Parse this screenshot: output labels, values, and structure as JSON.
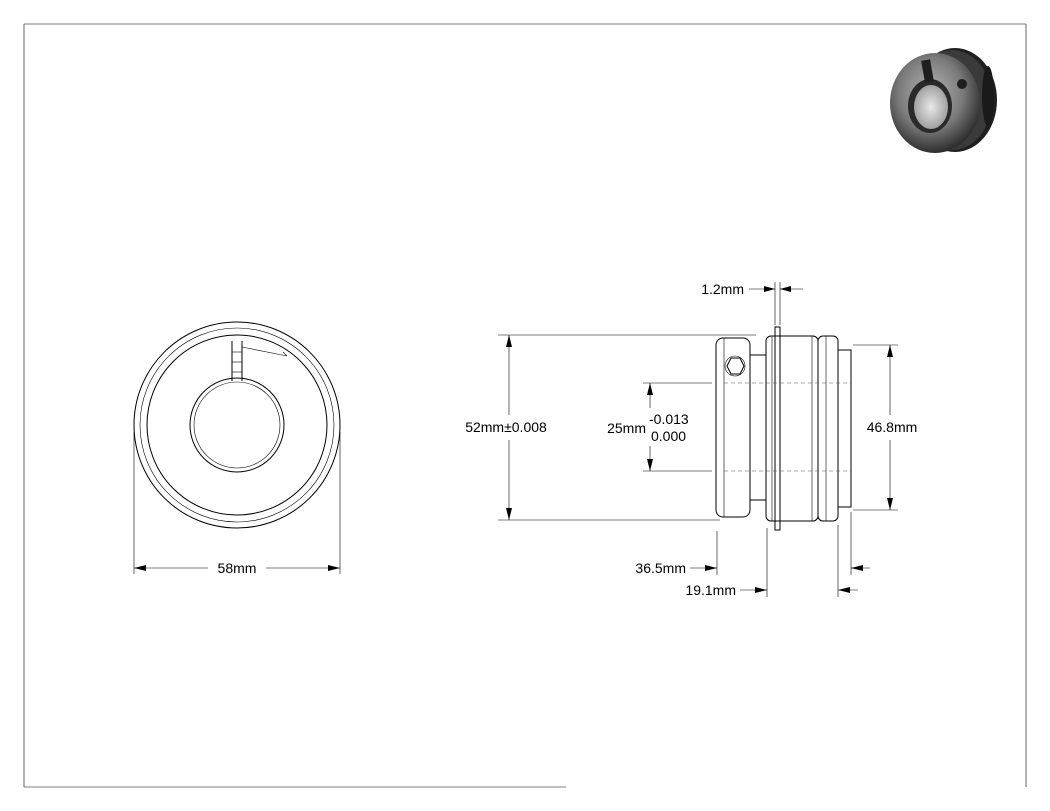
{
  "dimensions": {
    "front_diameter": "58mm",
    "outer_diameter": "52mm±0.008",
    "bore_diameter": "25mm",
    "bore_tol_upper": "-0.013",
    "bore_tol_lower": "0.000",
    "groove_diameter": "46.8mm",
    "flange_thickness": "1.2mm",
    "overall_width": "36.5mm",
    "ring_width": "19.1mm"
  },
  "colors": {
    "line": "#000000",
    "background": "#ffffff",
    "thumbnail_dark": "#3a3a3a",
    "thumbnail_mid": "#8a8a8a"
  },
  "icons": {
    "thumbnail": "bearing-isometric-icon",
    "set_screw": "hex-socket-icon"
  }
}
